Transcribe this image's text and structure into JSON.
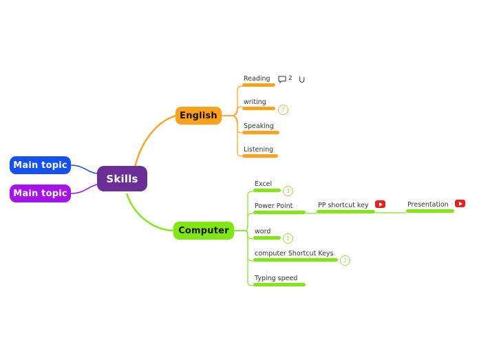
{
  "root": {
    "label": "Skills",
    "color": "#6B2D96",
    "text_color": "#FFFFFF"
  },
  "left_topics": [
    {
      "label": "Main topic",
      "color": "#1351F0",
      "text_color": "#FFFFFF"
    },
    {
      "label": "Main topic",
      "color": "#A612E8",
      "text_color": "#FFFFFF"
    }
  ],
  "branches": [
    {
      "label": "English",
      "color": "#FFA21A",
      "text_color": "#111111",
      "children": [
        {
          "label": "Reading",
          "comment_icon": "comment-icon",
          "comment_count": "2",
          "link_icon": "link-arrow-icon"
        },
        {
          "label": "writing",
          "badge": "7"
        },
        {
          "label": "Speaking"
        },
        {
          "label": "Listening",
          "note_icon": "note-lines-icon"
        }
      ]
    },
    {
      "label": "Computer",
      "color": "#7FE811",
      "text_color": "#111111",
      "children": [
        {
          "label": "Excel",
          "badge": "3"
        },
        {
          "label": "Power Point",
          "children": [
            {
              "label": "PP shortcut key",
              "video_icon": "youtube-play-icon"
            },
            {
              "label": "Presentation",
              "video_icon": "youtube-play-icon"
            }
          ]
        },
        {
          "label": "word",
          "badge": "1"
        },
        {
          "label": "computer Shortcut Keys",
          "badge": "2"
        },
        {
          "label": "Typing speed"
        }
      ]
    }
  ],
  "colors": {
    "orange": "#FFA21A",
    "green": "#7FE811",
    "purple": "#6B2D96",
    "blue": "#1351F0",
    "magenta": "#A612E8",
    "youtube_red": "#E8201C"
  }
}
